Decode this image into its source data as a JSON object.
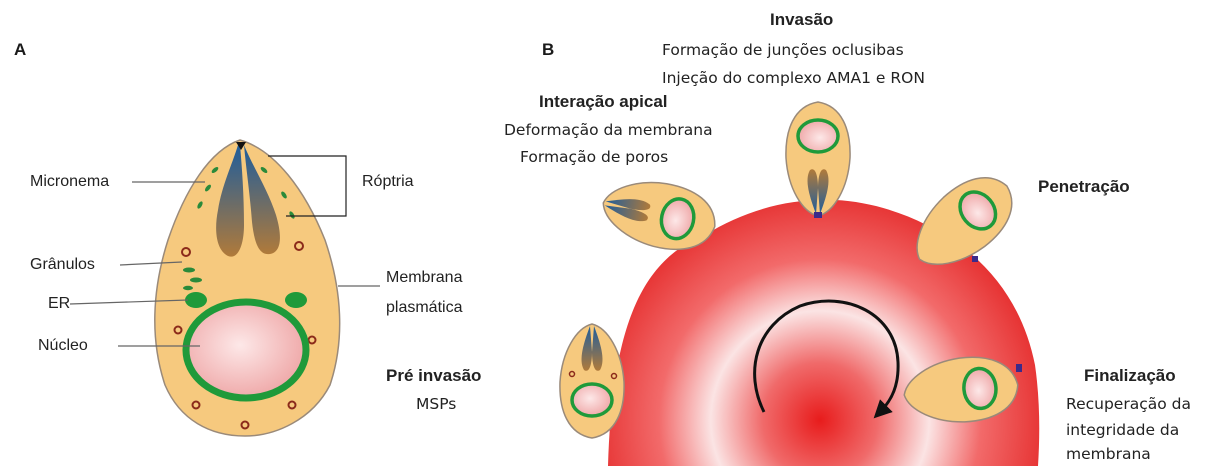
{
  "panel_a": {
    "letter": "A",
    "labels": {
      "micronema": "Micronema",
      "roptria": "Róptria",
      "granulos": "Grânulos",
      "er": "ER",
      "nucleo": "Núcleo",
      "membrana_line1": "Membrana",
      "membrana_line2": "plasmática"
    }
  },
  "panel_b": {
    "letter": "B",
    "stages": {
      "invasao": {
        "title": "Invasão",
        "line1": "Formação de junções oclusibas",
        "line2": "Injeção do complexo AMA1 e RON"
      },
      "interacao": {
        "title": "Interação apical",
        "line1": "Deformação da membrana",
        "line2": "Formação de poros"
      },
      "penetracao": {
        "title": "Penetração"
      },
      "pre_invasao": {
        "title": "Pré invasão",
        "line1": "MSPs"
      },
      "finalizacao": {
        "title": "Finalização",
        "line1": "Recuperação da",
        "line2": "integridade da",
        "line3": "membrana"
      }
    }
  },
  "colors": {
    "parasite_body": "#f6c97e",
    "nucleus": "#f1b8b8",
    "nucleus_ring": "#1f9a3a",
    "rhoptry": "#2a6a9a",
    "granule": "#8b2a1a",
    "erythrocyte": "#e21a1a",
    "junction": "#3b2a8a"
  }
}
